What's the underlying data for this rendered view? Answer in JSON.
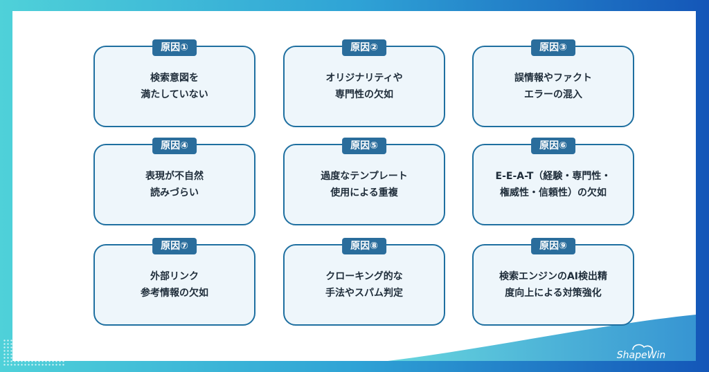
{
  "logo": {
    "text": "ShapeWin"
  },
  "cards": [
    {
      "tag": "原因①",
      "lines": [
        "検索意図を",
        "満たしていない"
      ]
    },
    {
      "tag": "原因②",
      "lines": [
        "オリジナリティや",
        "専門性の欠如"
      ]
    },
    {
      "tag": "原因③",
      "lines": [
        "誤情報やファクト",
        "エラーの混入"
      ]
    },
    {
      "tag": "原因④",
      "lines": [
        "表現が不自然",
        "読みづらい"
      ]
    },
    {
      "tag": "原因⑤",
      "lines": [
        "過度なテンプレート",
        "使用による重複"
      ]
    },
    {
      "tag": "原因⑥",
      "lines": [
        "E-E-A-T（経験・専門性・",
        "権威性・信頼性）の欠如"
      ]
    },
    {
      "tag": "原因⑦",
      "lines": [
        "外部リンク",
        "参考情報の欠如"
      ]
    },
    {
      "tag": "原因⑧",
      "lines": [
        "クローキング的な",
        "手法やスパム判定"
      ]
    },
    {
      "tag": "原因⑨",
      "lines": [
        "検索エンジンのAI検出精",
        "度向上による対策強化"
      ]
    }
  ]
}
